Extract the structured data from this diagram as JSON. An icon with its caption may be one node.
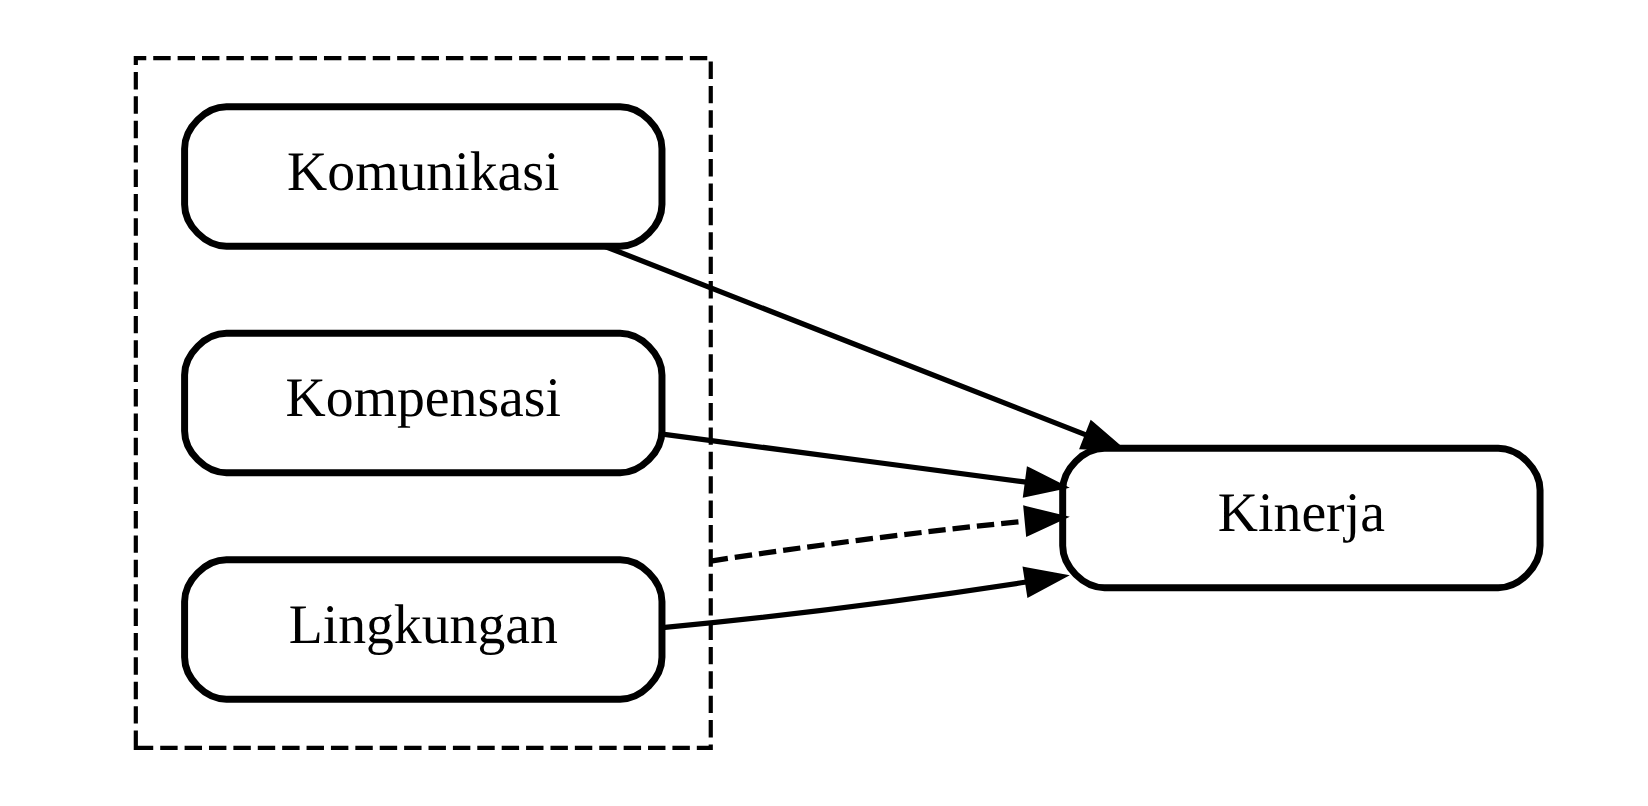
{
  "diagram": {
    "nodes": [
      {
        "text": [],
        "shape": "box"
      },
      {
        "text": [
          "Komunikasi"
        ],
        "in": 0
      },
      {
        "text": [
          "Kompensasi"
        ],
        "in": 0
      },
      {
        "text": [
          "Lingkungan"
        ],
        "in": 0
      },
      {
        "text": [
          "Kinerja"
        ]
      }
    ],
    "edges": [
      {
        "from": 1,
        "to": 4,
        "arrow": "to"
      },
      {
        "from": 2,
        "to": 4,
        "arrow": "to"
      },
      {
        "from": 3,
        "to": 4,
        "arrow": "to"
      },
      {
        "from": 0,
        "to": 4,
        "arrow": "to",
        "style": "dashed"
      }
    ]
  }
}
